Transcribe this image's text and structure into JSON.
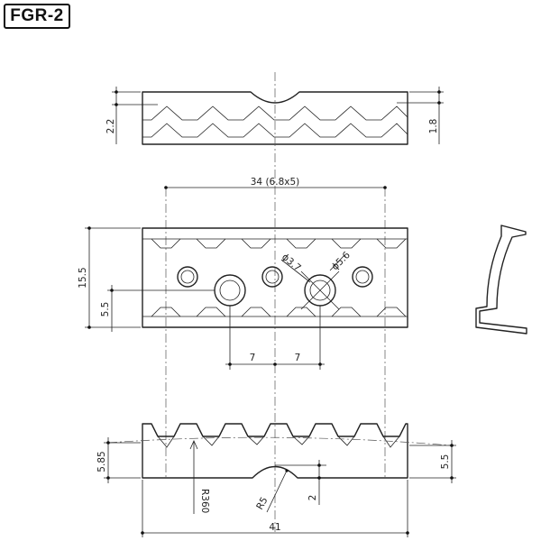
{
  "title": "FGR-2",
  "dimensions": {
    "side_height_left": "2.2",
    "side_height_right": "1.8",
    "pitch": "34 (6.8x5)",
    "body_height": "15.5",
    "hole_offset": "5.5",
    "small_hole_dia": "ϕ3.7",
    "large_hole_dia": "ϕ5.6",
    "spacing_left": "7",
    "spacing_right": "7",
    "edge_height_left": "5.85",
    "edge_height_right": "5.5",
    "arc_radius": "R360",
    "notch_radius": "R5",
    "notch_depth": "2",
    "overall_width": "41"
  },
  "colors": {
    "line": "#222222",
    "background": "#ffffff"
  }
}
